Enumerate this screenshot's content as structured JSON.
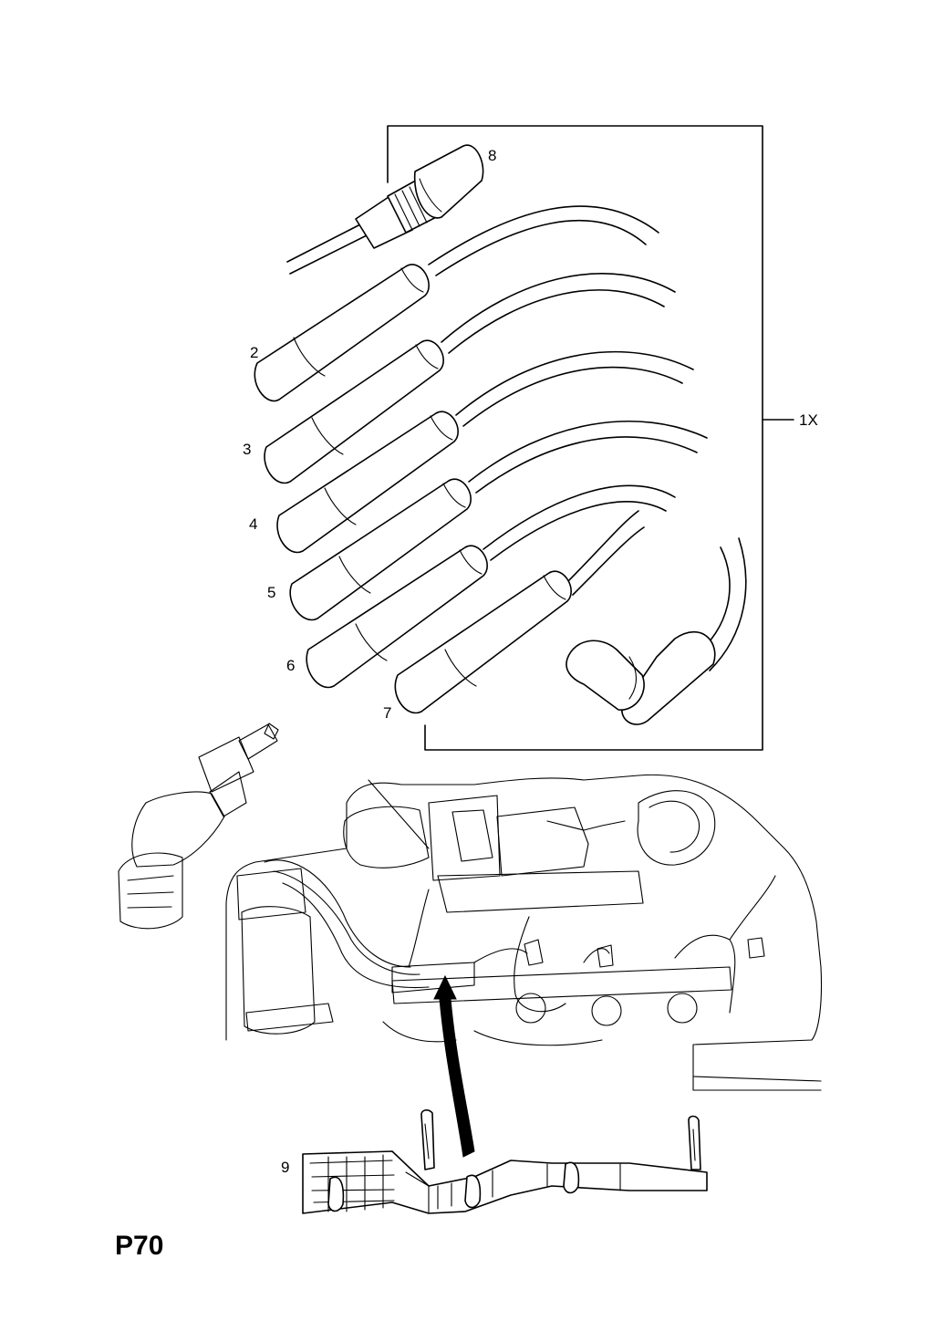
{
  "page_ref": "P70",
  "callouts": {
    "set": "1X",
    "c2": "2",
    "c3": "3",
    "c4": "4",
    "c5": "5",
    "c6": "6",
    "c7": "7",
    "c8": "8",
    "c9": "9"
  }
}
